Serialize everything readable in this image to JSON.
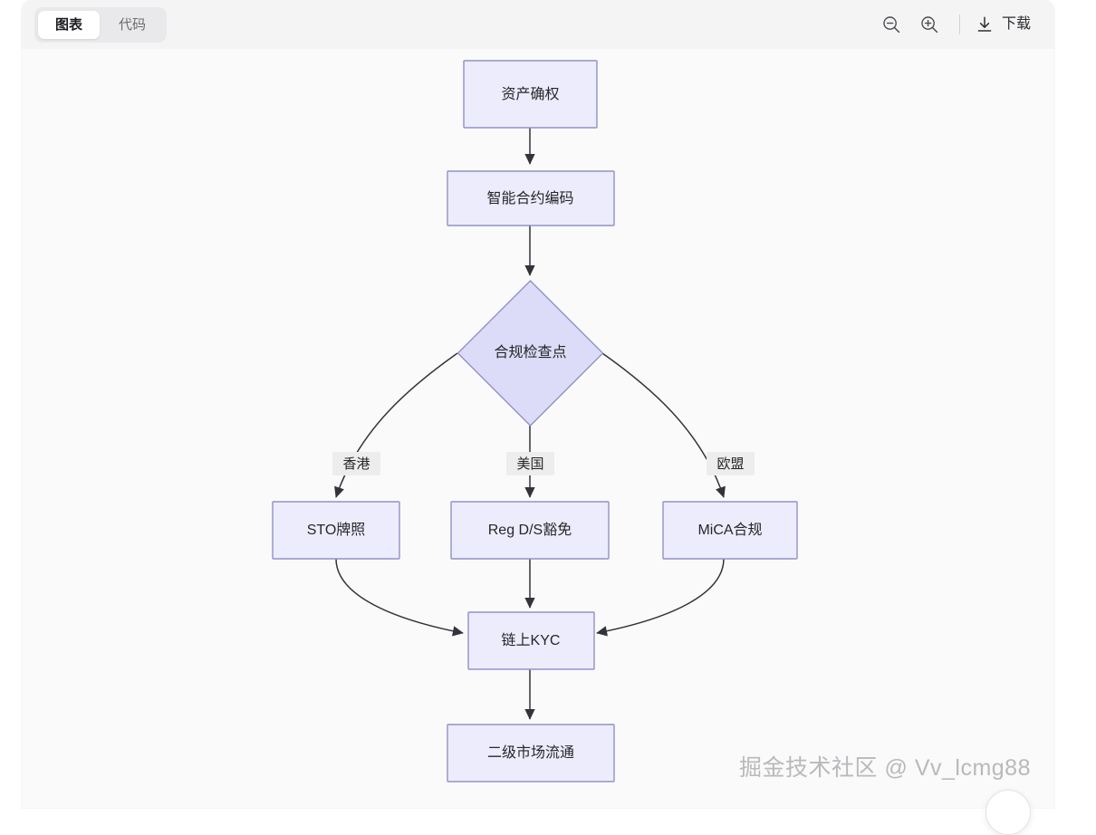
{
  "panel": {
    "header": {
      "tabs": [
        {
          "label": "图表",
          "name": "tab-chart",
          "active": true
        },
        {
          "label": "代码",
          "name": "tab-code",
          "active": false
        }
      ],
      "zoom_out_icon": "zoom-out-icon",
      "zoom_in_icon": "zoom-in-icon",
      "download_icon": "download-icon",
      "download_label": "下载"
    }
  },
  "colors": {
    "node_fill": "#ececfd",
    "node_stroke": "#9191c8",
    "diamond_fill": "#dcdcf8",
    "edge_stroke": "#33333a",
    "canvas_bg": "#fafafa",
    "header_bg": "#f4f4f5",
    "tab_group_bg": "#e9e9eb",
    "tab_active_bg": "#ffffff",
    "edge_label_bg": "#ededee",
    "watermark": "#b9b9bd"
  },
  "chart_data": {
    "type": "diagram",
    "diagram_kind": "flowchart",
    "direction": "top-down",
    "title": "",
    "nodes": [
      {
        "id": "n1",
        "label": "资产确权",
        "shape": "rect"
      },
      {
        "id": "n2",
        "label": "智能合约编码",
        "shape": "rect"
      },
      {
        "id": "n3",
        "label": "合规检查点",
        "shape": "diamond"
      },
      {
        "id": "n4",
        "label": "STO牌照",
        "shape": "rect"
      },
      {
        "id": "n5",
        "label": "Reg D/S豁免",
        "shape": "rect"
      },
      {
        "id": "n6",
        "label": "MiCA合规",
        "shape": "rect"
      },
      {
        "id": "n7",
        "label": "链上KYC",
        "shape": "rect"
      },
      {
        "id": "n8",
        "label": "二级市场流通",
        "shape": "rect"
      }
    ],
    "edges": [
      {
        "from": "n1",
        "to": "n2",
        "label": ""
      },
      {
        "from": "n2",
        "to": "n3",
        "label": ""
      },
      {
        "from": "n3",
        "to": "n4",
        "label": "香港"
      },
      {
        "from": "n3",
        "to": "n5",
        "label": "美国"
      },
      {
        "from": "n3",
        "to": "n6",
        "label": "欧盟"
      },
      {
        "from": "n4",
        "to": "n7",
        "label": ""
      },
      {
        "from": "n5",
        "to": "n7",
        "label": ""
      },
      {
        "from": "n6",
        "to": "n7",
        "label": ""
      },
      {
        "from": "n7",
        "to": "n8",
        "label": ""
      }
    ],
    "edge_labels": [
      "香港",
      "美国",
      "欧盟"
    ]
  },
  "watermark": {
    "text": "掘金技术社区 @ Vv_lcmg88"
  }
}
